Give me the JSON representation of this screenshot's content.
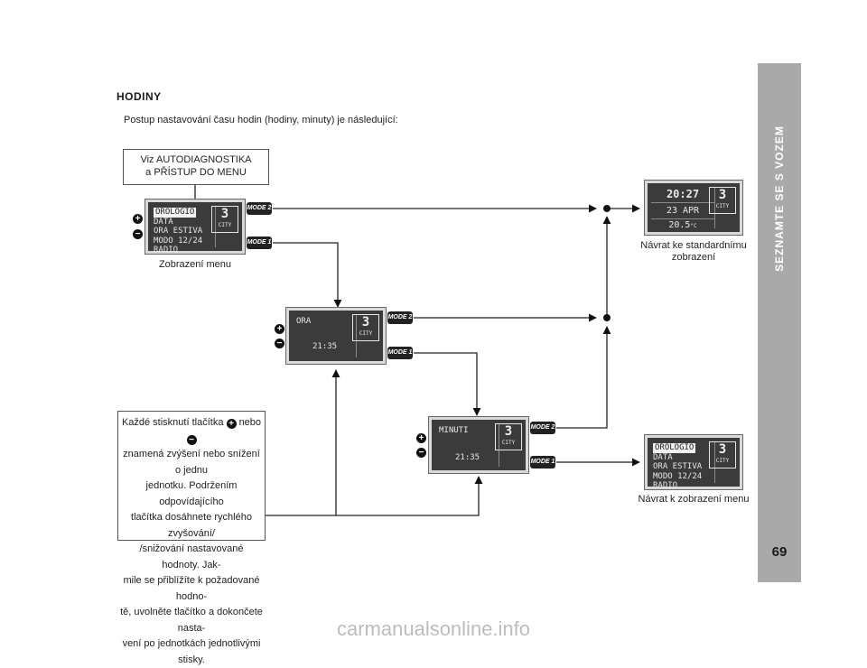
{
  "side_tab": {
    "title": "SEZNAMTE SE S VOZEM",
    "page_number": "69"
  },
  "heading": "HODINY",
  "intro": "Postup nastavování času hodin (hodiny, minuty) je následující:",
  "ref_box": {
    "line1": "Viz AUTODIAGNOSTIKA",
    "line2": "a PŘÍSTUP DO MENU"
  },
  "note_box": {
    "line1_pre": "Každé stisknutí tlačítka",
    "line1_mid": "nebo",
    "lines": [
      "znamená zvýšení nebo snížení o jednu",
      "jednotku. Podržením odpovídajícího",
      "tlačítka dosáhnete rychlého zvyšování/",
      "/snižování nastavované hodnoty. Jak-",
      "mile se přiblížíte k požadované hodno-",
      "tě, uvolněte tlačítko a dokončete nasta-",
      "vení po jednotkách jednotlivými stisky."
    ]
  },
  "buttons": {
    "mode2": "MODE 2",
    "mode1": "MODE 1",
    "plus": "+",
    "minus": "−"
  },
  "display_menu": {
    "rows": [
      "OROLOGIO",
      "DATA",
      "ORA ESTIVA",
      "MODO 12/24",
      "RADIO"
    ],
    "side_num": "3",
    "side_label": "CITY",
    "caption": "Zobrazení menu"
  },
  "display_ora": {
    "label": "ORA",
    "time": "21:35",
    "side_num": "3",
    "side_label": "CITY"
  },
  "display_minuti": {
    "label": "MINUTI",
    "time": "21:35",
    "side_num": "3",
    "side_label": "CITY"
  },
  "display_standard": {
    "time": "20:27",
    "date": "23 APR",
    "temp": "20.5",
    "temp_unit": "°C",
    "side_num": "3",
    "side_label": "CITY",
    "caption_line1": "Návrat ke standardnímu",
    "caption_line2": "zobrazení"
  },
  "display_return": {
    "rows": [
      "OROLOGIO",
      "DATA",
      "ORA ESTIVA",
      "MODO 12/24",
      "RADIO"
    ],
    "side_num": "3",
    "side_label": "CITY",
    "caption": "Návrat k zobrazení menu"
  },
  "watermark": "carmanualsonline.info"
}
